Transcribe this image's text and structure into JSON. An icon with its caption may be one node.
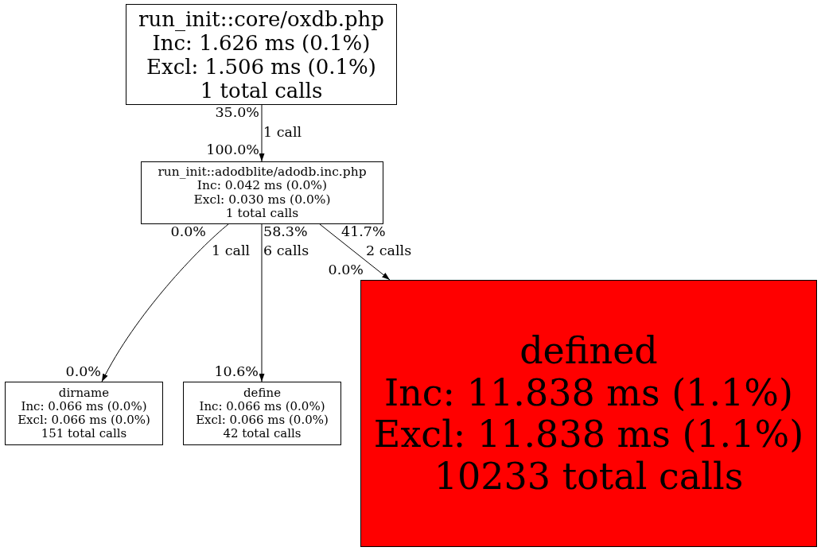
{
  "diagram": {
    "nodes": [
      {
        "text": [
          "run_init::core/oxdb.php",
          "Inc: 1.626 ms (0.1%)",
          "Excl: 1.506 ms (0.1%)",
          "1 total calls"
        ]
      },
      {
        "text": [
          "run_init::adodblite/adodb.inc.php",
          "Inc: 0.042 ms (0.0%)",
          "Excl: 0.030 ms (0.0%)",
          "1 total calls"
        ]
      },
      {
        "text": [
          "dirname",
          "Inc: 0.066 ms (0.0%)",
          "Excl: 0.066 ms (0.0%)",
          "151 total calls"
        ]
      },
      {
        "text": [
          "define",
          "Inc: 0.066 ms (0.0%)",
          "Excl: 0.066 ms (0.0%)",
          "42 total calls"
        ]
      },
      {
        "text": [
          "defined",
          "Inc: 11.838 ms (1.1%)",
          "Excl: 11.838 ms (1.1%)",
          "10233 total calls"
        ]
      }
    ],
    "edges": [
      {
        "from": 0,
        "to": 1,
        "arrow": "to",
        "label": "1 call"
      },
      {
        "from": 1,
        "to": 2,
        "arrow": "to",
        "label": "1 call"
      },
      {
        "from": 1,
        "to": 3,
        "arrow": "to",
        "label": "6 calls"
      },
      {
        "from": 1,
        "to": 4,
        "arrow": "to",
        "label": "2 calls"
      }
    ],
    "labels": [
      "35.0%",
      "100.0%",
      "0.0%",
      "58.3%",
      "41.7%",
      "0.0%",
      "0.0%",
      "10.6%"
    ]
  }
}
